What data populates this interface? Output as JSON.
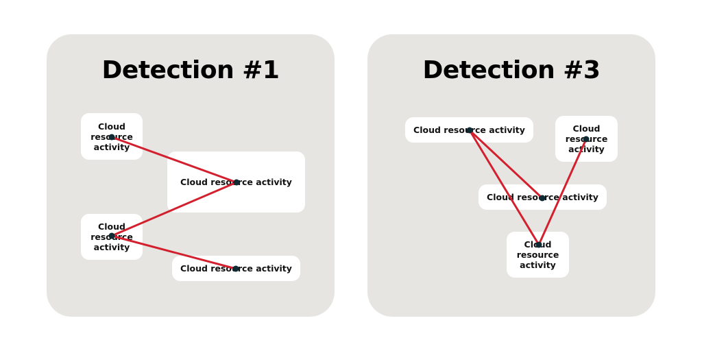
{
  "panels": [
    {
      "title": "Detection #1",
      "nodes": [
        "Cloud resource activity",
        "Cloud resource activity",
        "Cloud resource activity",
        "Cloud resource activity"
      ]
    },
    {
      "title": "Detection #3",
      "nodes": [
        "Cloud resource activity",
        "Cloud resource activity",
        "Cloud resource activity",
        "Cloud resource activity"
      ]
    }
  ],
  "colors": {
    "panel": "#e6e5e1",
    "edge": "#d3202e",
    "dot": "#0e2a33",
    "node": "#ffffff"
  }
}
